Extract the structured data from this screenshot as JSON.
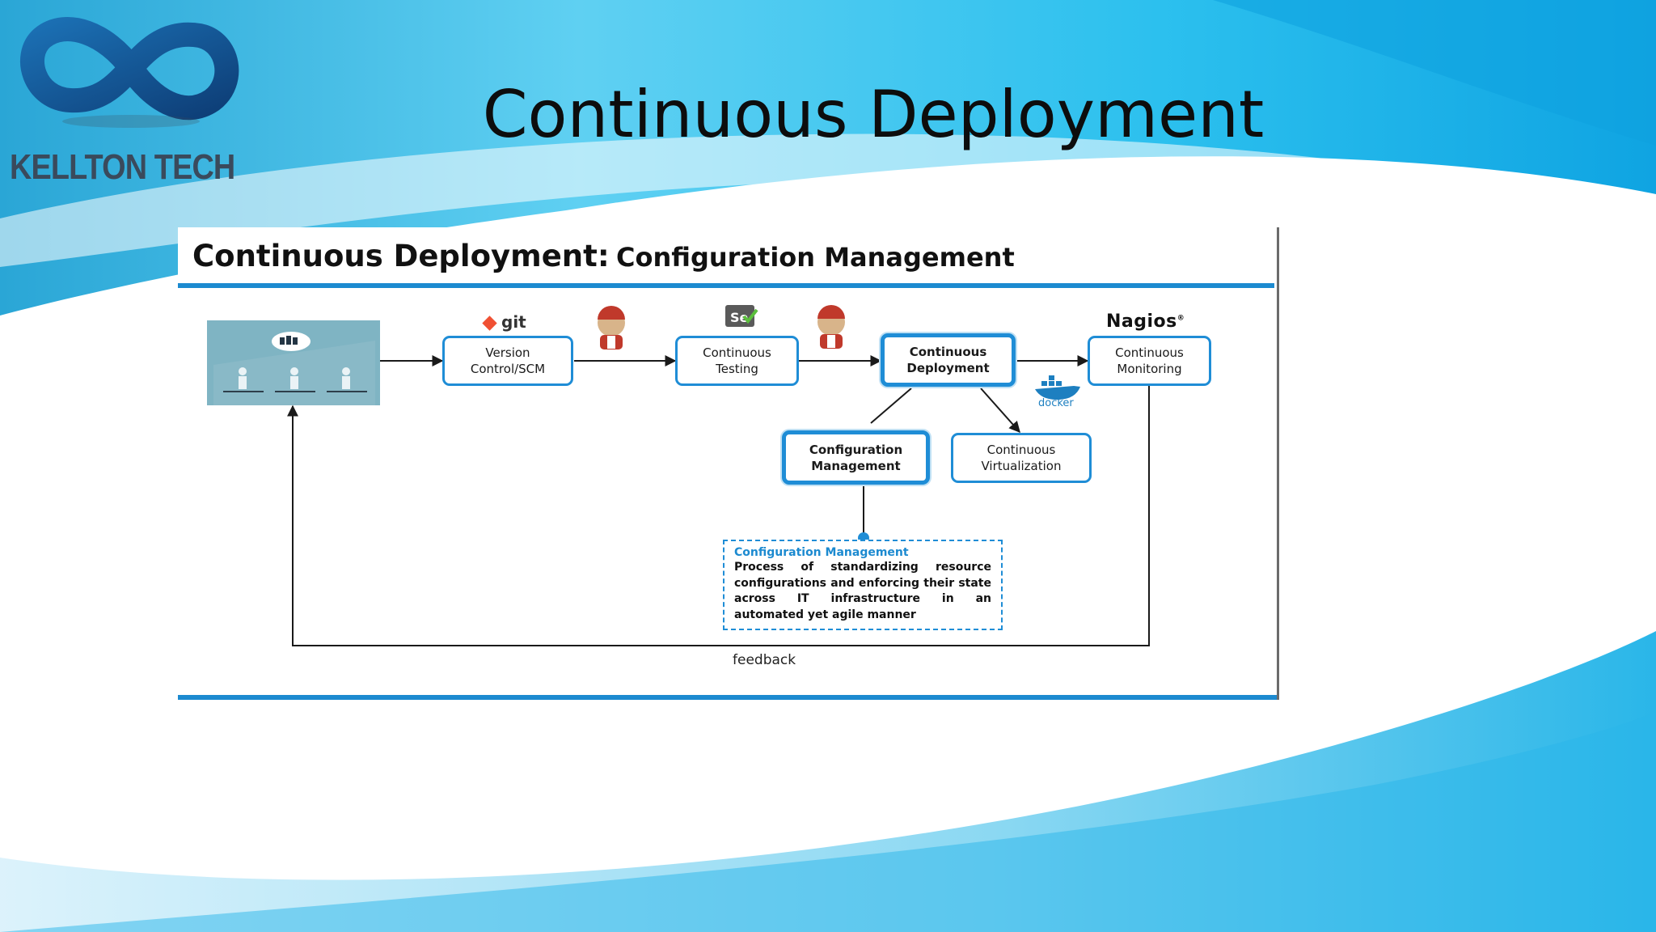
{
  "slide": {
    "title": "Continuous Deployment",
    "logo_text": "KELLTON TECH"
  },
  "diagram": {
    "title_main": "Continuous Deployment:",
    "title_sub": "Configuration Management",
    "stages": {
      "version_control": "Version Control/SCM",
      "continuous_testing": "Continuous Testing",
      "continuous_deployment": "Continuous Deployment",
      "continuous_monitoring": "Continuous Monitoring",
      "configuration_management": "Configuration Management",
      "continuous_virtualization": "Continuous Virtualization"
    },
    "tools": {
      "git": "git",
      "selenium": "Se",
      "nagios": "Nagios",
      "docker": "docker",
      "jenkins": "Jenkins"
    },
    "description": {
      "title": "Configuration Management",
      "body": "Process of standardizing resource configurations and enforcing their state across IT infrastructure in an automated yet agile manner"
    },
    "feedback_label": "feedback"
  },
  "colors": {
    "accent_blue": "#1f8dd6",
    "logo_text": "#3a4a5c",
    "git_orange": "#f05033"
  }
}
